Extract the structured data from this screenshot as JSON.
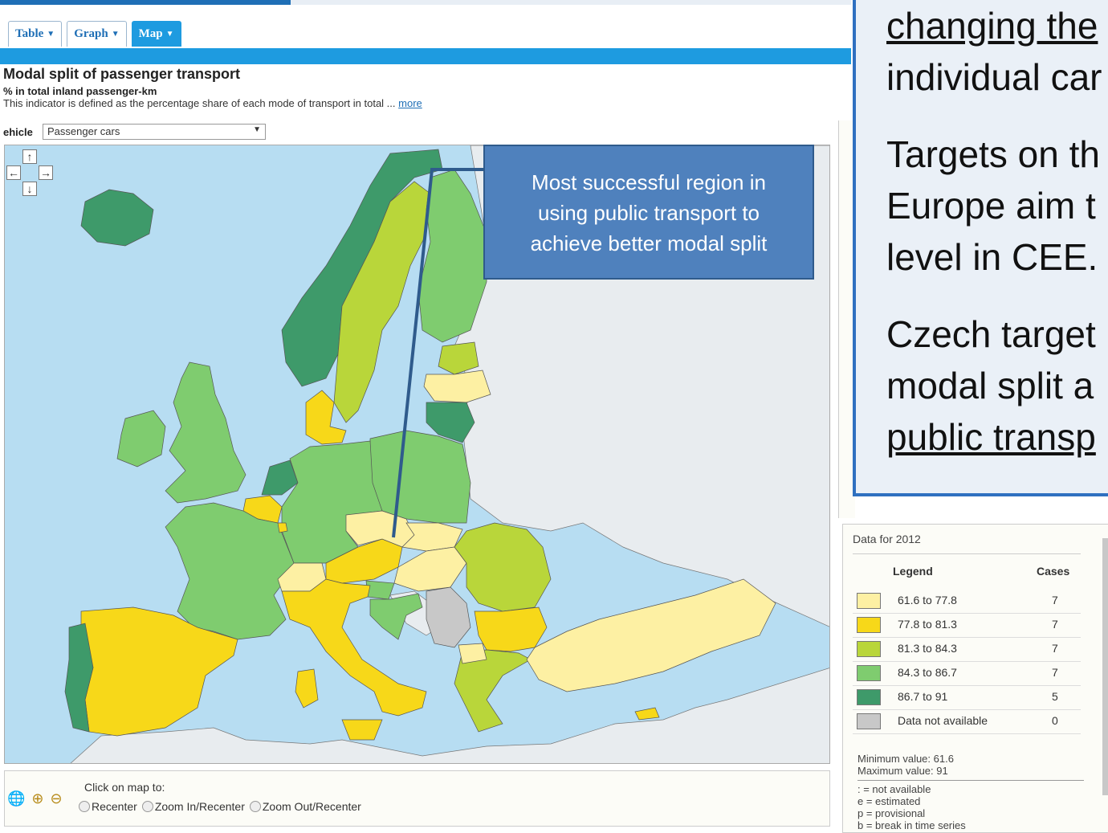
{
  "tabs": [
    {
      "label": "Table",
      "active": false
    },
    {
      "label": "Graph",
      "active": false
    },
    {
      "label": "Map",
      "active": true
    }
  ],
  "indicator": {
    "title": "Modal split of passenger transport",
    "subtitle": "% in total inland passenger-km",
    "description": "This indicator is defined as the percentage share of each mode of transport in total ...",
    "more_link": "more"
  },
  "vehicle": {
    "label": "ehicle",
    "selected": "Passenger cars"
  },
  "pan_controls": {
    "up": "↑",
    "left": "←",
    "right": "→",
    "down": "↓"
  },
  "callout": {
    "text_lines": [
      "Most successful region in",
      "using public transport to",
      "achieve better modal split"
    ]
  },
  "bottom": {
    "click_msg": "Click on map to:",
    "options": [
      "Recenter",
      "Zoom In/Recenter",
      "Zoom Out/Recenter"
    ]
  },
  "slide_text": {
    "line1": "changing the",
    "line2": "individual car",
    "line3": "Targets on th",
    "line4": "Europe aim t",
    "line5": "level in CEE.",
    "line6": "Czech target",
    "line7": "modal split a",
    "line8": "public transp"
  },
  "legend": {
    "data_for": "Data for 2012",
    "header_legend": "Legend",
    "header_cases": "Cases",
    "rows": [
      {
        "label": "61.6  to  77.8",
        "cases": "7",
        "color": "#fdf0a3"
      },
      {
        "label": "77.8  to  81.3",
        "cases": "7",
        "color": "#f7d819"
      },
      {
        "label": "81.3  to  84.3",
        "cases": "7",
        "color": "#b9d63a"
      },
      {
        "label": "84.3  to  86.7",
        "cases": "7",
        "color": "#7fcc6f"
      },
      {
        "label": "86.7  to     91",
        "cases": "5",
        "color": "#3e9a6a"
      },
      {
        "label": "Data not available",
        "cases": "0",
        "color": "#c8c8c8"
      }
    ],
    "min_value": "Minimum value: 61.6",
    "max_value": "Maximum value: 91",
    "notes": [
      ": = not available",
      "e = estimated",
      "p = provisional",
      "b = break in time series"
    ]
  },
  "colors": {
    "sea": "#b7ddf2",
    "nodata_land": "#e8ecef",
    "accent_blue": "#1e9be0",
    "callout_blue": "#4f81bd"
  }
}
